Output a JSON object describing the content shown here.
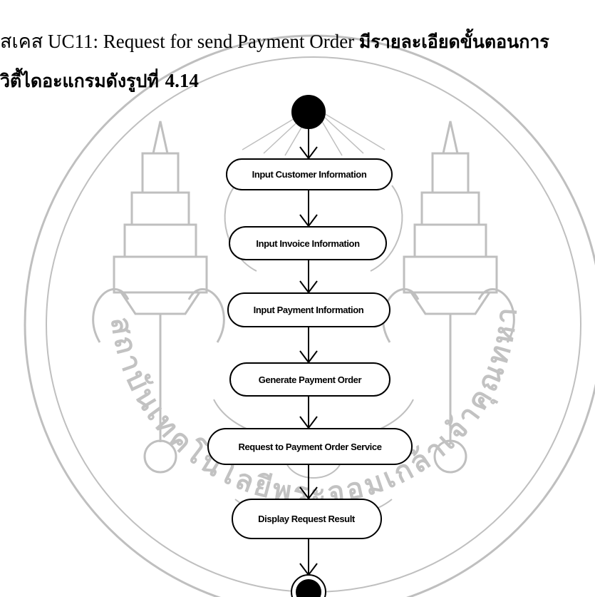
{
  "document": {
    "line1_prefix": "ุสเคส UC11: Request for send Payment Order ",
    "line1_suffix": "มีรายละเอียดขั้นตอนการ",
    "line2_prefix": "วิตี้ไดอะแกรมดังรูปที่ ",
    "line2_figure_number": "4.14"
  },
  "watermark": {
    "arc_text": "สถาบันเทคโนโลยีพระจอมเกล้าเจ้าคุณทหารลาดกระบัง"
  },
  "diagram": {
    "activities": [
      {
        "label": "Input Customer Information"
      },
      {
        "label": "Input Invoice Information"
      },
      {
        "label": "Input Payment Information"
      },
      {
        "label": "Generate Payment Order"
      },
      {
        "label": "Request to Payment Order Service"
      },
      {
        "label": "Display Request Result"
      }
    ],
    "colors": {
      "stroke": "#000000",
      "watermark": "#b9b9b9"
    }
  }
}
